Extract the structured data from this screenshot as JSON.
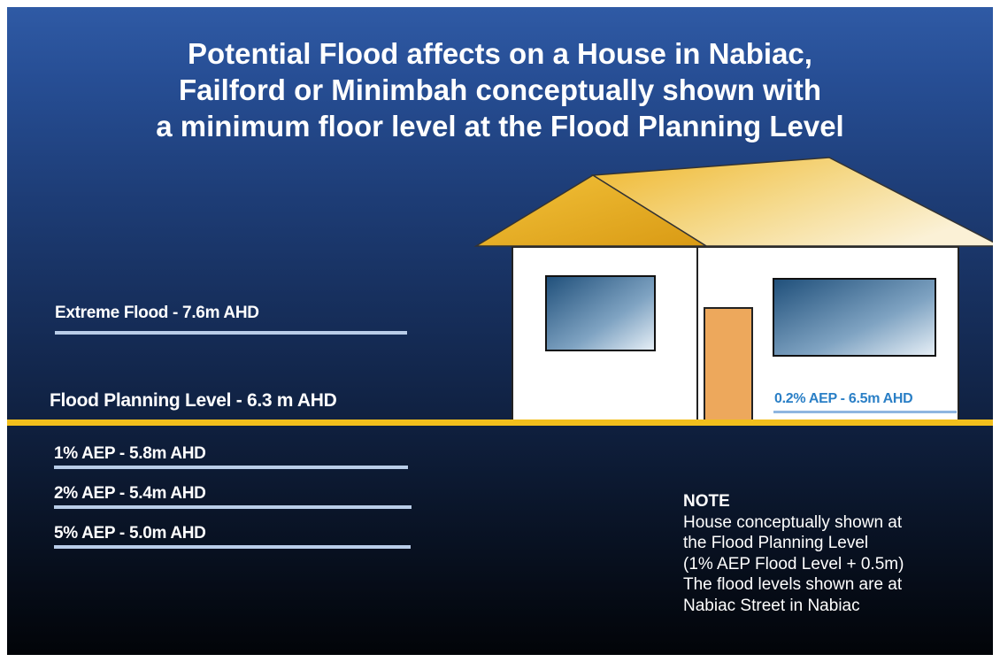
{
  "title": {
    "line1": "Potential Flood affects on a House in Nabiac,",
    "line2": "Failford or Minimbah conceptually shown with",
    "line3": "a minimum floor level at the Flood Planning Level"
  },
  "levels": {
    "extreme": "Extreme Flood - 7.6m AHD",
    "fpl": "Flood Planning Level - 6.3 m AHD",
    "aep1": "1% AEP - 5.8m AHD",
    "aep2": "2% AEP - 5.4m AHD",
    "aep5": "5% AEP - 5.0m AHD",
    "aep02": "0.2% AEP - 6.5m AHD"
  },
  "note": {
    "heading": "NOTE",
    "line1": "House conceptually shown at",
    "line2": "the Flood Planning Level",
    "line3": "(1% AEP Flood Level + 0.5m)",
    "line4": "The flood levels shown are at",
    "line5": "Nabiac Street in Nabiac"
  },
  "colors": {
    "background_top": "#2f5aa5",
    "background_bottom": "#020408",
    "flood_planning_line": "#f2bf1c",
    "level_lines": "#b9cde8",
    "roof": "#e8b730",
    "door": "#eda85c",
    "aep02_text": "#2a7fc6"
  }
}
